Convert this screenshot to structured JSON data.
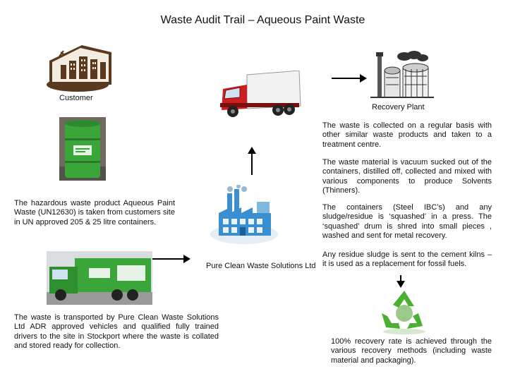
{
  "title": "Waste Audit Trail – Aqueous Paint Waste",
  "labels": {
    "customer": "Customer",
    "recovery_plant": "Recovery Plant",
    "pure_clean": "Pure Clean Waste Solutions Ltd"
  },
  "paragraphs": {
    "hazardous": "The hazardous waste product Aqueous Paint Waste (UN12630) is taken from customers site in UN approved 205 & 25 litre containers.",
    "transport": "The waste is transported by Pure Clean Waste Solutions Ltd ADR approved vehicles and qualified fully trained drivers to the site in Stockport where the waste is collated and stored ready for collection.",
    "collected": "The waste is collected on a regular basis with other similar waste products and taken to a treatment centre.",
    "vacuum": "The waste material is vacuum sucked out of the containers, distilled off, collected and mixed with various components to produce Solvents (Thinners).",
    "ibc": "The containers (Steel IBC’s) and any sludge/residue is ‘squashed’ in a press. The ‘squashed’ drum is shred into small pieces , washed and sent for metal recovery.",
    "residue": "Any residue sludge is sent to the cement kilns – it is used as a replacement for fossil fuels.",
    "recovery_rate": "100% recovery rate is achieved through the various recovery methods (including waste material and packaging)."
  },
  "colors": {
    "drum_green": "#3aa63a",
    "truck_red": "#cc1f1f",
    "factory_blue": "#3a8fd0",
    "recycle_green": "#4caf32",
    "building_brown": "#5a3a1e"
  }
}
